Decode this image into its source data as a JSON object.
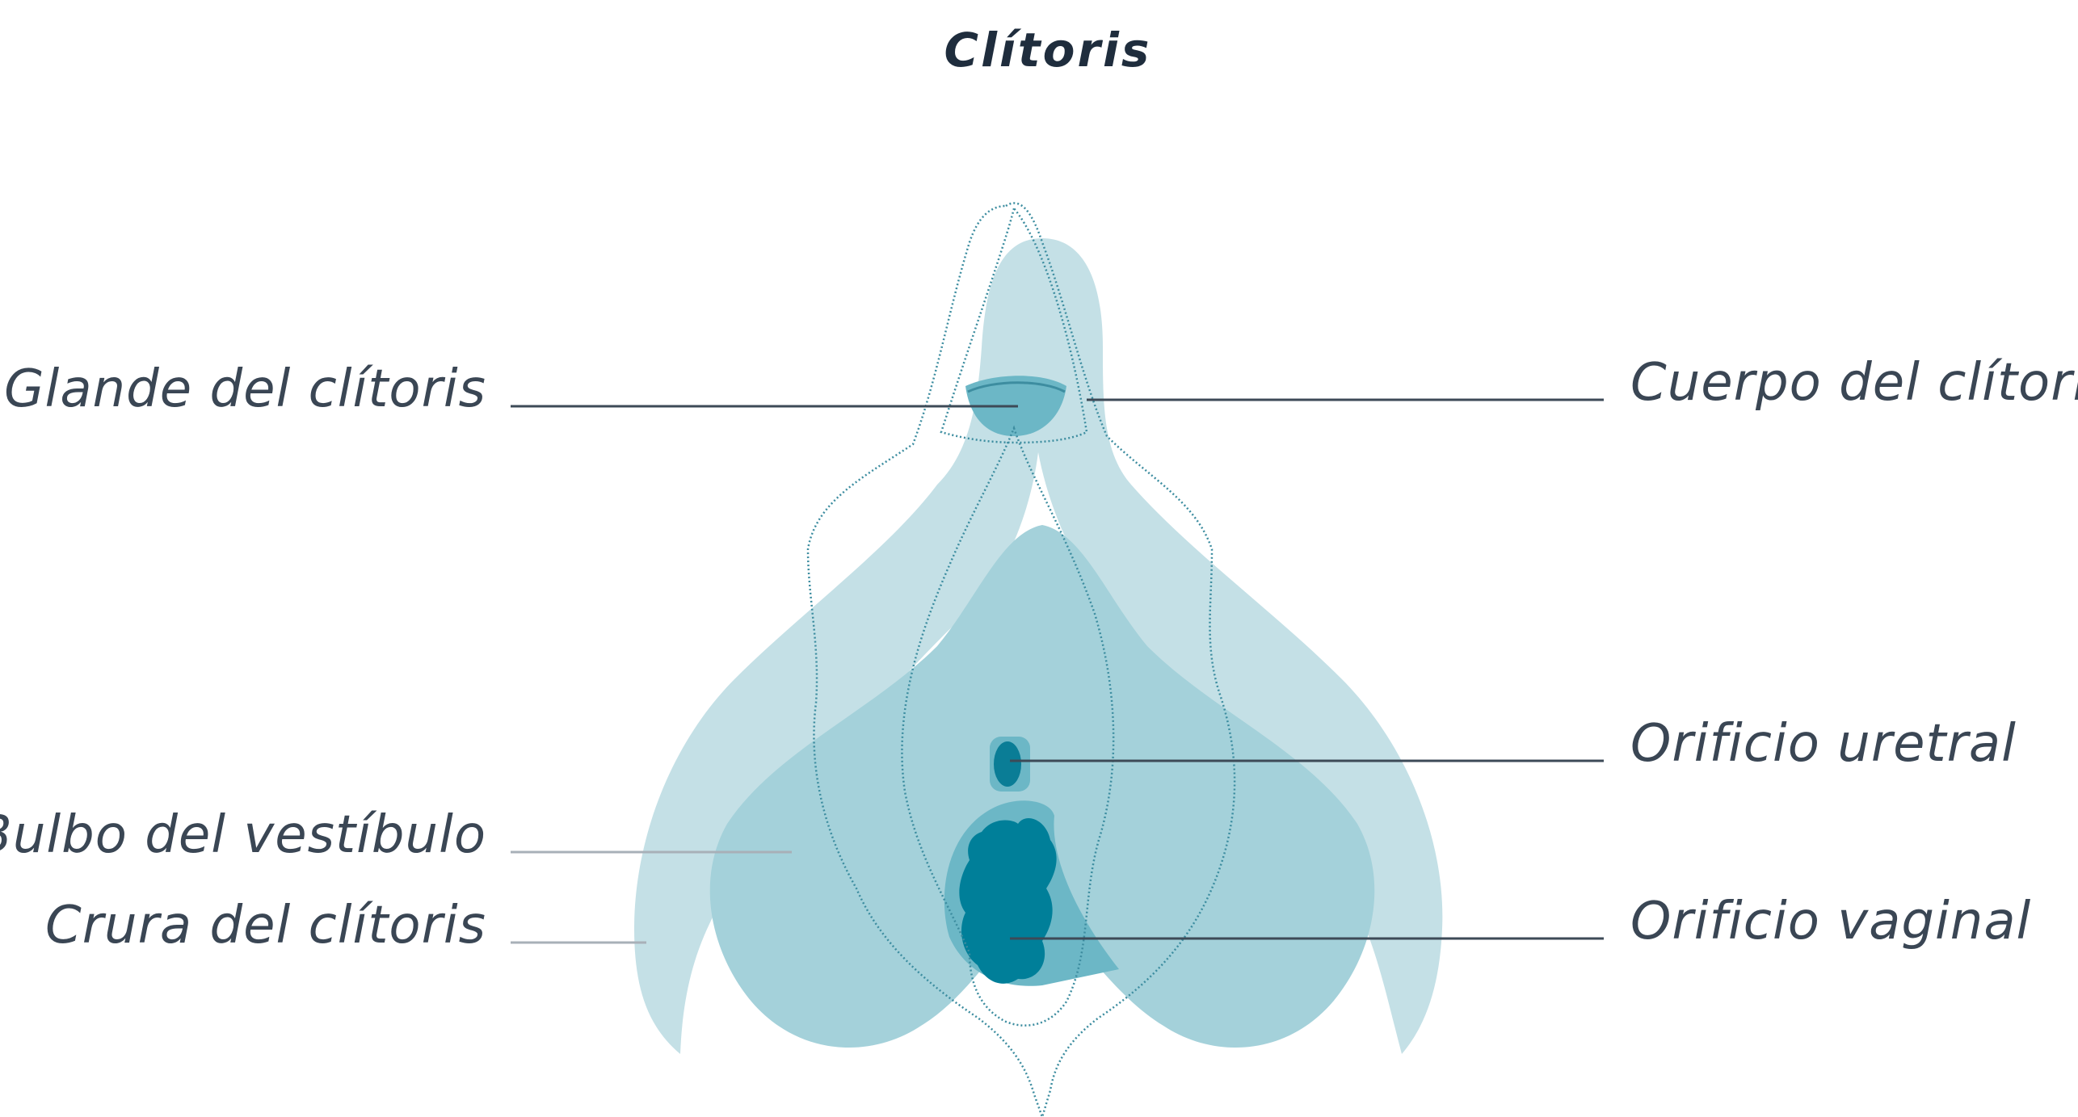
{
  "title": "Clítoris",
  "labels": {
    "glande": "Glande del clítoris",
    "cuerpo": "Cuerpo del clítoris",
    "uretral": "Orificio uretral",
    "bulbo": "Bulbo del vestíbulo",
    "crura": "Crura del clítoris",
    "vaginal": "Orificio vaginal"
  },
  "colors": {
    "crura": "#c4e0e6",
    "bulb": "#a4d1da",
    "glans": "#6cb7c6",
    "urethral": "#0a7d96",
    "vaginal": "#007f99",
    "outline": "#3d8da0",
    "text": "#3a4654"
  }
}
